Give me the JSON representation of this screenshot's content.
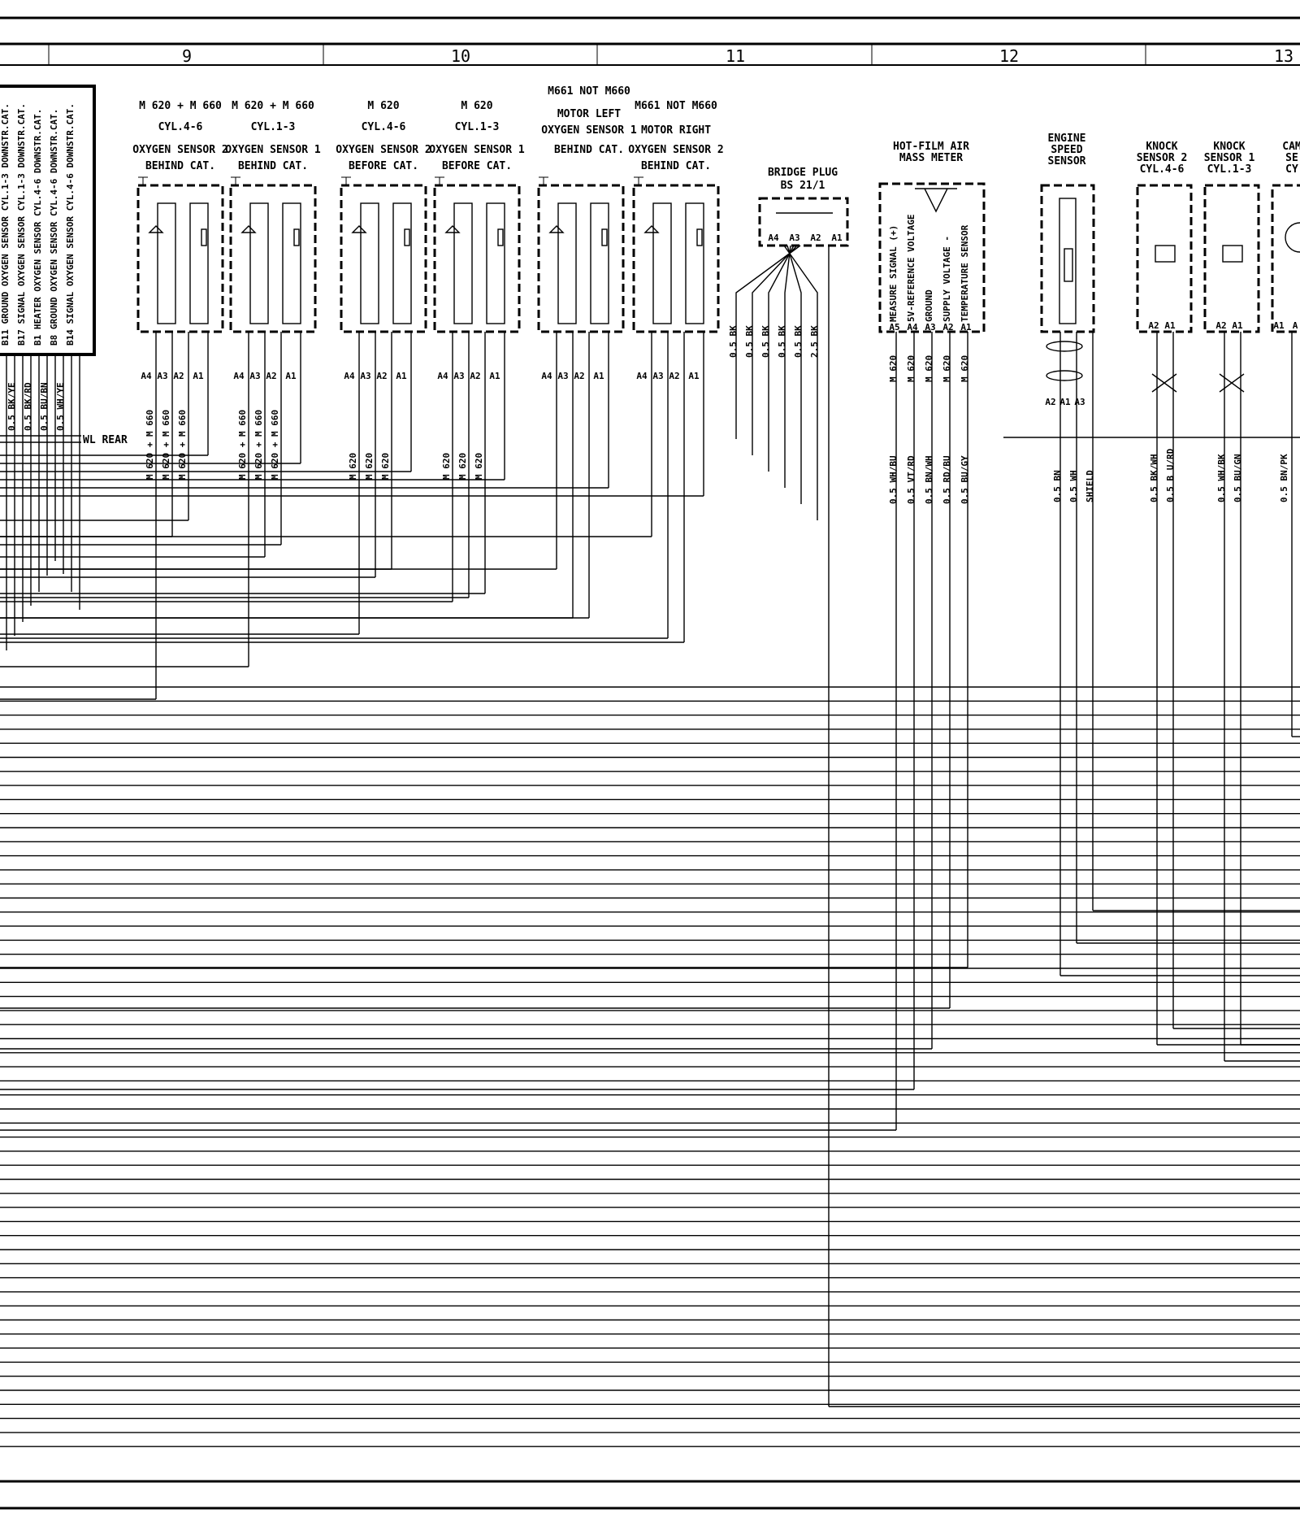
{
  "columns": [
    "9",
    "10",
    "11",
    "12",
    "13"
  ],
  "ecu": {
    "pins": [
      "B11 GROUND OXYGEN SENSOR CYL.1-3 DOWNSTR.CAT.",
      "B17 SIGNAL OXYGEN SENSOR CYL.1-3 DOWNSTR.CAT.",
      "B1 HEATER OXYGEN SENSOR CYL.4-6 DOWNSTR.CAT.",
      "B8 GROUND OXYGEN SENSOR CYL.4-6 DOWNSTR.CAT.",
      "B14 SIGNAL OXYGEN SENSOR CYL.4-6 DOWNSTR.CAT."
    ],
    "wires": [
      "0.5 BK/YE",
      "0.5 BK/RD",
      "0.5 BU/BN",
      "0.5 WH/YE"
    ],
    "harness": "WL REAR"
  },
  "sensors": [
    {
      "lines": [
        "M 620 + M 660",
        "CYL.4-6",
        "OXYGEN SENSOR 2",
        "BEHIND CAT."
      ],
      "tags": [
        "M 620 + M 660",
        "M 620 + M 660",
        "M 620 + M 660"
      ]
    },
    {
      "lines": [
        "M 620 + M 660",
        "CYL.1-3",
        "OXYGEN SENSOR 1",
        "BEHIND CAT."
      ],
      "tags": [
        "M 620 + M 660",
        "M 620 + M 660",
        "M 620 + M 660"
      ]
    },
    {
      "lines": [
        "M 620",
        "CYL.4-6",
        "OXYGEN SENSOR 2",
        "BEFORE CAT."
      ],
      "tags": [
        "M 620",
        "M 620",
        "M 620"
      ]
    },
    {
      "lines": [
        "M 620",
        "CYL.1-3",
        "OXYGEN SENSOR 1",
        "BEFORE CAT."
      ],
      "tags": [
        "M 620",
        "M 620",
        "M 620"
      ]
    },
    {
      "lines": [
        "M661 NOT M660",
        "MOTOR LEFT",
        "OXYGEN SENSOR 1",
        "BEHIND CAT."
      ],
      "tags": []
    },
    {
      "lines": [
        "M661 NOT M660",
        "MOTOR RIGHT",
        "OXYGEN SENSOR 2",
        "BEHIND CAT."
      ],
      "tags": []
    }
  ],
  "sensor_pins": [
    "A4",
    "A3",
    "A2",
    "A1"
  ],
  "bridge_plug": {
    "title": [
      "BRIDGE PLUG",
      "BS 21/1"
    ],
    "pins": [
      "A4",
      "A3",
      "A2",
      "A1"
    ],
    "wires": [
      "0.5 BK",
      "0.5 BK",
      "0.5 BK",
      "0.5 BK",
      "0.5 BK",
      "2.5 BK"
    ]
  },
  "maf": {
    "title": [
      "HOT-FILM AIR",
      "MASS METER"
    ],
    "pin_labels": [
      "MEASURE SIGNAL (+)",
      "5V-REFERENCE VOLTAGE",
      "GROUND",
      "SUPPLY VOLTAGE -",
      "TEMPERATURE SENSOR"
    ],
    "pins": [
      "A5",
      "A4",
      "A3",
      "A2",
      "A1"
    ],
    "tags": [
      "M 620",
      "M 620",
      "M 620",
      "M 620",
      "M 620"
    ],
    "wires": [
      "0.5 WH/BU",
      "0.5 VT/RD",
      "0.5 BN/WH",
      "0.5 RD/BU",
      "0.5 BU/GY"
    ]
  },
  "speed_sensor": {
    "title": [
      "ENGINE",
      "SPEED",
      "SENSOR"
    ],
    "pins": [
      "A2",
      "A1",
      "A3"
    ],
    "wires": [
      "0.5 BN",
      "0.5 WH",
      "SHIELD"
    ]
  },
  "knock2": {
    "title": [
      "KNOCK",
      "SENSOR 2",
      "CYL.4-6"
    ],
    "pins": [
      "A2",
      "A1"
    ],
    "wires": [
      "0.5 BK/WH",
      "0.5 B U/RD"
    ]
  },
  "knock1": {
    "title": [
      "KNOCK",
      "SENSOR 1",
      "CYL.1-3"
    ],
    "pins": [
      "A2",
      "A1"
    ],
    "wires": [
      "0.5 WH/BK",
      "0.5 BU/GN"
    ]
  },
  "cam": {
    "title": [
      "CAM",
      "SE",
      "CY"
    ],
    "pins": [
      "A1",
      "A"
    ],
    "wires": [
      "0.5 BN/PK"
    ]
  }
}
